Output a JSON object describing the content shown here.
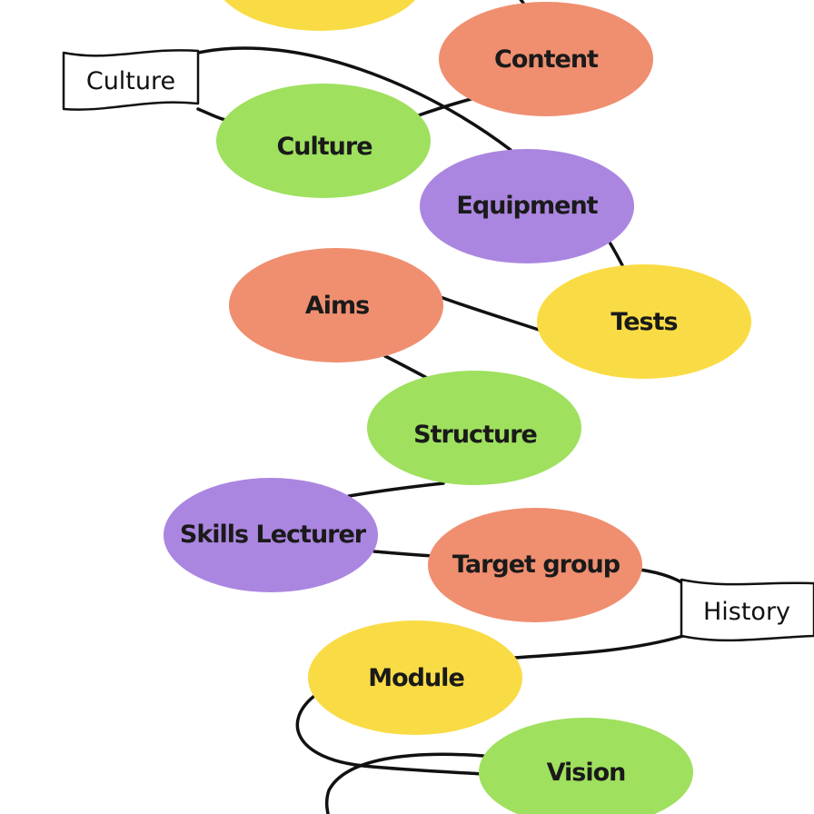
{
  "colors": {
    "yellow": "#f9dc45",
    "salmon": "#ef8f70",
    "green": "#9fe05f",
    "purple": "#ab86e0",
    "line": "#111111"
  },
  "nodes": [
    {
      "id": "top",
      "label": "",
      "color": "#f9dc45"
    },
    {
      "id": "content",
      "label": "Content",
      "color": "#ef8f70"
    },
    {
      "id": "culture",
      "label": "Culture",
      "color": "#9fe05f"
    },
    {
      "id": "equipment",
      "label": "Equipment",
      "color": "#ab86e0"
    },
    {
      "id": "aims",
      "label": "Aims",
      "color": "#ef8f70"
    },
    {
      "id": "tests",
      "label": "Tests",
      "color": "#f9dc45"
    },
    {
      "id": "structure",
      "label": "Structure",
      "color": "#9fe05f"
    },
    {
      "id": "skills",
      "label": "Skills Lecturer",
      "color": "#ab86e0"
    },
    {
      "id": "target",
      "label": "Target group",
      "color": "#ef8f70"
    },
    {
      "id": "module",
      "label": "Module",
      "color": "#f9dc45"
    },
    {
      "id": "vision",
      "label": "Vision",
      "color": "#9fe05f"
    }
  ],
  "flags": [
    {
      "id": "culture-flag",
      "label": "Culture"
    },
    {
      "id": "history-flag",
      "label": "History"
    }
  ]
}
